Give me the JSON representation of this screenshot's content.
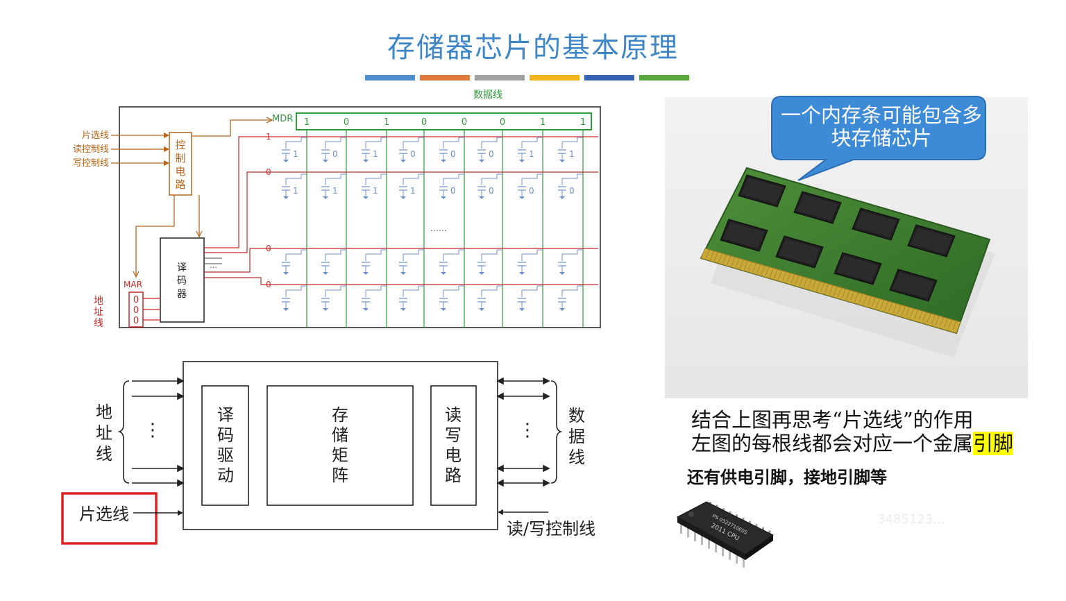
{
  "page": {
    "title": "存储器芯片的基本原理",
    "color_bars": [
      "#4f8fcf",
      "#e07a3c",
      "#a3a3a3",
      "#f3b51c",
      "#3563b3",
      "#5aa83c"
    ]
  },
  "top_diagram": {
    "data_line_label": "数据线",
    "mdr_label": "MDR",
    "mdr_bits": [
      "1",
      "0",
      "1",
      "0",
      "0",
      "0",
      "1",
      "1"
    ],
    "control_lines": [
      "片选线",
      "读控制线",
      "写控制线"
    ],
    "control_circuit": "控制电路",
    "decoder": "译码器",
    "decoder_dots": "…",
    "mar_label": "MAR",
    "mar_bits": [
      "0",
      "0",
      "0"
    ],
    "address_line": "地址线",
    "word_line_values": [
      "1",
      "0",
      "0",
      "0"
    ],
    "row1_cells": [
      "1",
      "0",
      "1",
      "0",
      "0",
      "0",
      "1",
      "1"
    ],
    "row2_cells": [
      "1",
      "1",
      "1",
      "1",
      "0",
      "0",
      "0",
      "0"
    ],
    "middle_ellipsis": "……",
    "colors": {
      "red": "#c8282a",
      "green": "#2e9a3c",
      "brown": "#b5651d",
      "blue": "#6f8fc9"
    }
  },
  "bottom_diagram": {
    "address_label": "地址线",
    "data_label": "数据线",
    "decoder_driver": "译码驱动",
    "storage_matrix": "存储矩阵",
    "rw_circuit": "读写电路",
    "chip_select": "片选线",
    "rw_control": "读/写控制线",
    "vdots": "⋮",
    "highlight_color": "#e02020"
  },
  "photo": {
    "bubble": "一个内存条可能包含多块存储芯片"
  },
  "notes": {
    "line1": "结合上图再思考“片选线”的作用",
    "line2_prefix": "左图的每根线都会对应一个金属",
    "line2_highlight": "引脚",
    "line3": "还有供电引脚，接地引脚等"
  },
  "chip_photo": {
    "marking1": "PS 0322710E0S",
    "marking2": "2011 CPU"
  },
  "watermark": "3485123..."
}
